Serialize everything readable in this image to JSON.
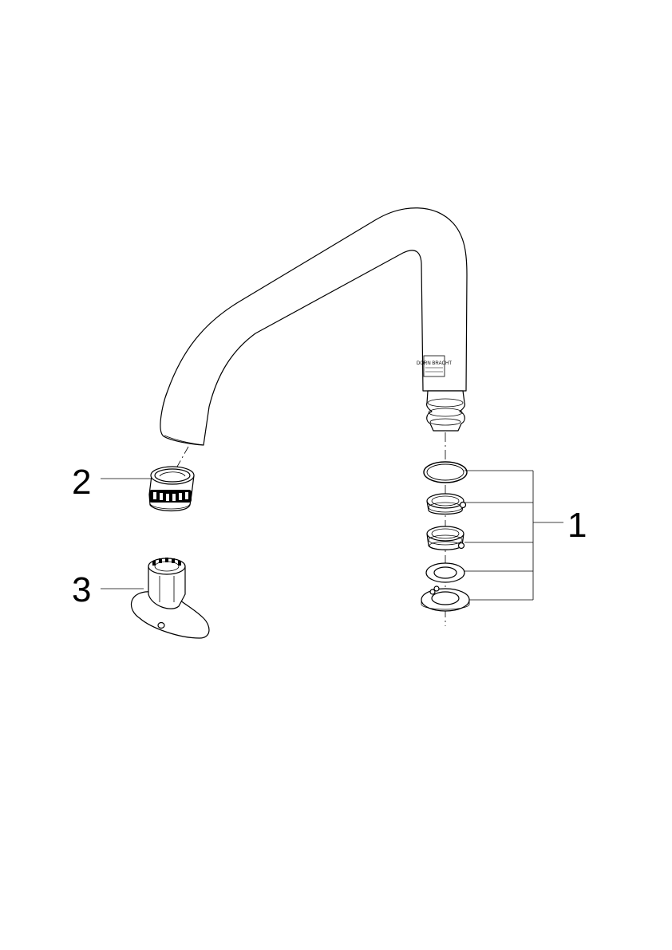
{
  "diagram": {
    "callouts": [
      {
        "id": "1",
        "label": "1"
      },
      {
        "id": "2",
        "label": "2"
      },
      {
        "id": "3",
        "label": "3"
      }
    ],
    "stamp_text": "DORN BRACHT",
    "colors": {
      "stroke": "#000000",
      "background": "#ffffff"
    }
  }
}
